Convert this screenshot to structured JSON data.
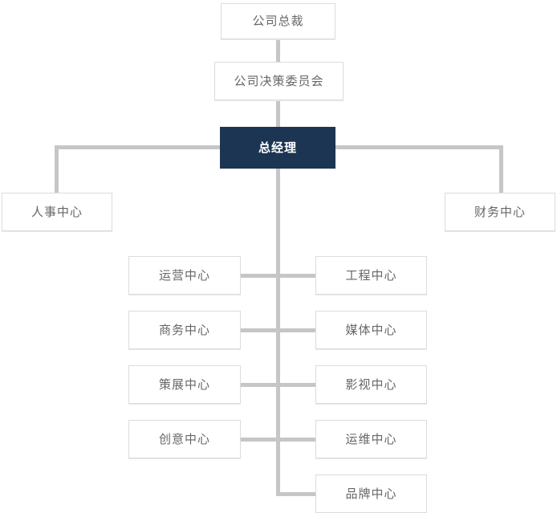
{
  "chart_data": {
    "type": "diagram",
    "title": "",
    "diagram_kind": "organizational-chart",
    "orientation": "top-down",
    "colors": {
      "primary_node_fill": "#1c3553",
      "primary_node_text": "#ffffff",
      "node_fill": "#ffffff",
      "node_border": "#dcdcdc",
      "node_text": "#666666",
      "connector": "#c6c6c6",
      "background": "#ffffff"
    },
    "nodes": [
      {
        "id": "president",
        "label": "公司总裁",
        "level": 0,
        "emphasis": false
      },
      {
        "id": "committee",
        "label": "公司决策委员会",
        "level": 1,
        "emphasis": false
      },
      {
        "id": "general-manager",
        "label": "总经理",
        "level": 2,
        "emphasis": true
      },
      {
        "id": "hr-center",
        "label": "人事中心",
        "level": 3,
        "emphasis": false
      },
      {
        "id": "finance-center",
        "label": "财务中心",
        "level": 3,
        "emphasis": false
      },
      {
        "id": "operations-center",
        "label": "运营中心",
        "level": 3,
        "emphasis": false
      },
      {
        "id": "engineering-center",
        "label": "工程中心",
        "level": 3,
        "emphasis": false
      },
      {
        "id": "business-center",
        "label": "商务中心",
        "level": 3,
        "emphasis": false
      },
      {
        "id": "media-center",
        "label": "媒体中心",
        "level": 3,
        "emphasis": false
      },
      {
        "id": "exhibition-center",
        "label": "策展中心",
        "level": 3,
        "emphasis": false
      },
      {
        "id": "film-center",
        "label": "影视中心",
        "level": 3,
        "emphasis": false
      },
      {
        "id": "creative-center",
        "label": "创意中心",
        "level": 3,
        "emphasis": false
      },
      {
        "id": "maintenance-center",
        "label": "运维中心",
        "level": 3,
        "emphasis": false
      },
      {
        "id": "brand-center",
        "label": "品牌中心",
        "level": 3,
        "emphasis": false
      }
    ],
    "edges": [
      {
        "from": "president",
        "to": "committee"
      },
      {
        "from": "committee",
        "to": "general-manager"
      },
      {
        "from": "general-manager",
        "to": "hr-center"
      },
      {
        "from": "general-manager",
        "to": "finance-center"
      },
      {
        "from": "general-manager",
        "to": "operations-center"
      },
      {
        "from": "general-manager",
        "to": "engineering-center"
      },
      {
        "from": "general-manager",
        "to": "business-center"
      },
      {
        "from": "general-manager",
        "to": "media-center"
      },
      {
        "from": "general-manager",
        "to": "exhibition-center"
      },
      {
        "from": "general-manager",
        "to": "film-center"
      },
      {
        "from": "general-manager",
        "to": "creative-center"
      },
      {
        "from": "general-manager",
        "to": "maintenance-center"
      },
      {
        "from": "general-manager",
        "to": "brand-center"
      }
    ]
  },
  "chart": {
    "top": {
      "president": "公司总裁",
      "committee": "公司决策委员会",
      "general_manager": "总经理"
    },
    "wings": {
      "left": "人事中心",
      "right": "财务中心"
    },
    "left_column": [
      "运营中心",
      "商务中心",
      "策展中心",
      "创意中心"
    ],
    "right_column": [
      "工程中心",
      "媒体中心",
      "影视中心",
      "运维中心",
      "品牌中心"
    ]
  }
}
